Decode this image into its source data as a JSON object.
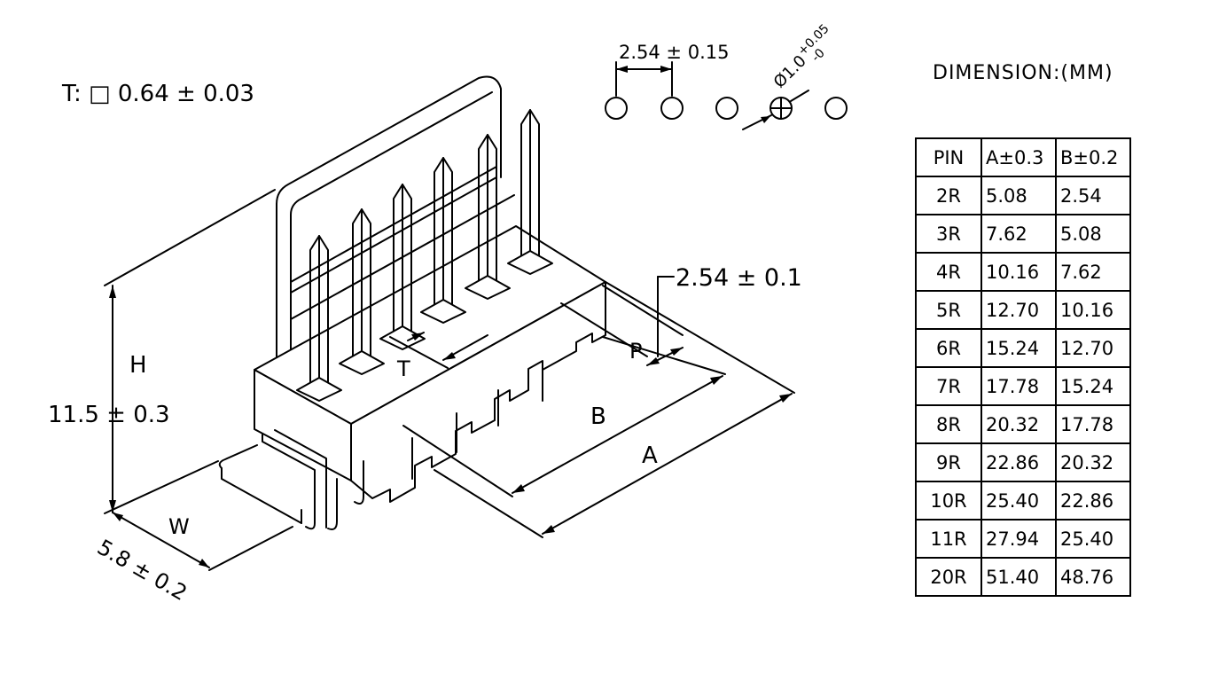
{
  "labels": {
    "t_spec": "T: □ 0.64 ± 0.03",
    "pitch_top": "2.54 ± 0.15",
    "hole": "Ø1.0",
    "hole_tol_plus": "+0.05",
    "hole_tol_minus": "-0",
    "pitch_side": "2.54 ± 0.1",
    "height_letter": "H",
    "height_value": "11.5 ± 0.3",
    "width_letter": "W",
    "width_value": "5.8 ± 0.2",
    "t_letter": "T",
    "p_letter": "P",
    "b_letter": "B",
    "a_letter": "A"
  },
  "dimension_title": "DIMENSION:(MM)",
  "table": {
    "headers": [
      "PIN",
      "A±0.3",
      "B±0.2"
    ],
    "rows": [
      [
        "2R",
        "5.08",
        "2.54"
      ],
      [
        "3R",
        "7.62",
        "5.08"
      ],
      [
        "4R",
        "10.16",
        "7.62"
      ],
      [
        "5R",
        "12.70",
        "10.16"
      ],
      [
        "6R",
        "15.24",
        "12.70"
      ],
      [
        "7R",
        "17.78",
        "15.24"
      ],
      [
        "8R",
        "20.32",
        "17.78"
      ],
      [
        "9R",
        "22.86",
        "20.32"
      ],
      [
        "10R",
        "25.40",
        "22.86"
      ],
      [
        "11R",
        "27.94",
        "25.40"
      ],
      [
        "20R",
        "51.40",
        "48.76"
      ]
    ]
  }
}
